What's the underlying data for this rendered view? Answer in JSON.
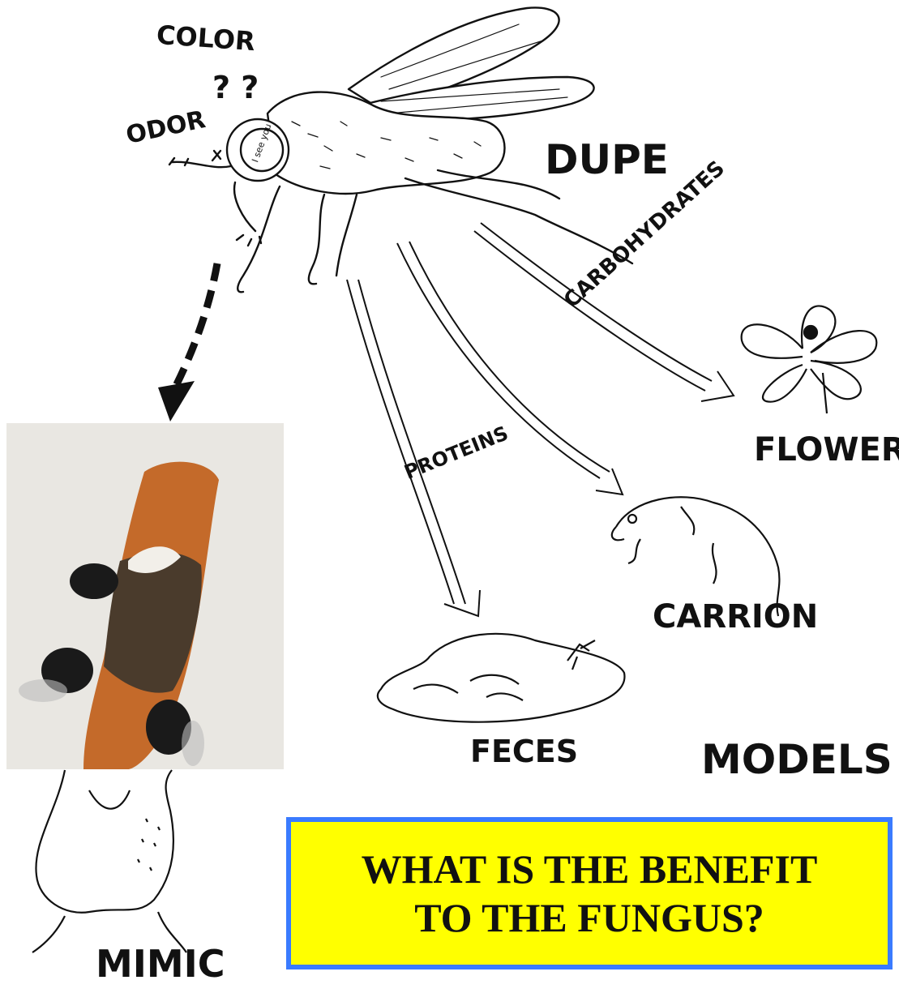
{
  "labels": {
    "color": "COLOR",
    "odor": "ODOR",
    "questions": "? ?",
    "fly_eye_text": "I see you",
    "dupe": "DUPE",
    "carbohydrates": "CARBOHYDRATES",
    "proteins": "PROTEINS",
    "flower": "FLOWER",
    "carrion": "CARRION",
    "feces": "FECES",
    "models": "MODELS",
    "mimic": "MIMIC"
  },
  "callout": {
    "line1": "WHAT IS THE BENEFIT",
    "line2": "TO THE FUNGUS?"
  },
  "colors": {
    "callout_fill": "#ffff00",
    "callout_border": "#3a7bff",
    "photo_background": "#e9e7e2",
    "stalk_orange": "#c46a2a"
  },
  "icons": [
    "fly-illustration",
    "flower-illustration",
    "carrion-mouse-illustration",
    "feces-illustration",
    "fungus-mimic-illustration",
    "flies-on-fungus-photo"
  ]
}
